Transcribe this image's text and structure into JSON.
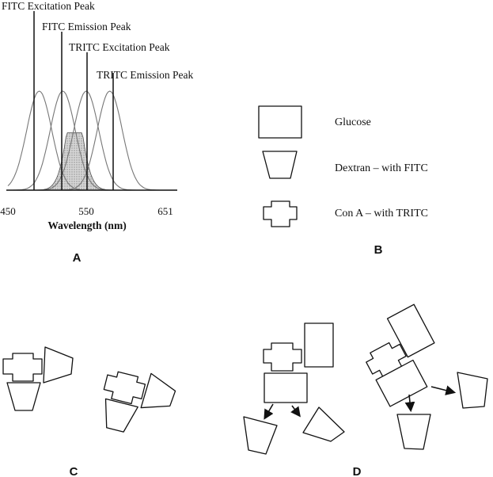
{
  "spectrum": {
    "peak_labels": [
      "FITC Excitation Peak",
      "FITC Emission Peak",
      "TRITC Excitation Peak",
      "TRITC Emission Peak"
    ],
    "peak_wavelengths": [
      490,
      520,
      550,
      580
    ],
    "tick_labels": [
      "450",
      "550",
      "651"
    ],
    "tick_values": [
      450,
      550,
      651
    ],
    "axis_label": "Wavelength (nm)",
    "x_range": [
      450,
      660
    ],
    "panel_label": "A",
    "shaded_overlap": "FITC emission / TRITC excitation overlap"
  },
  "legend": {
    "panel_label": "B",
    "items": [
      {
        "label": "Glucose",
        "shape": "rectangle"
      },
      {
        "label": "Dextran – with FITC",
        "shape": "trapezoid"
      },
      {
        "label": "Con A – with TRITC",
        "shape": "cross"
      }
    ]
  },
  "panels": {
    "c_label": "C",
    "d_label": "D"
  }
}
